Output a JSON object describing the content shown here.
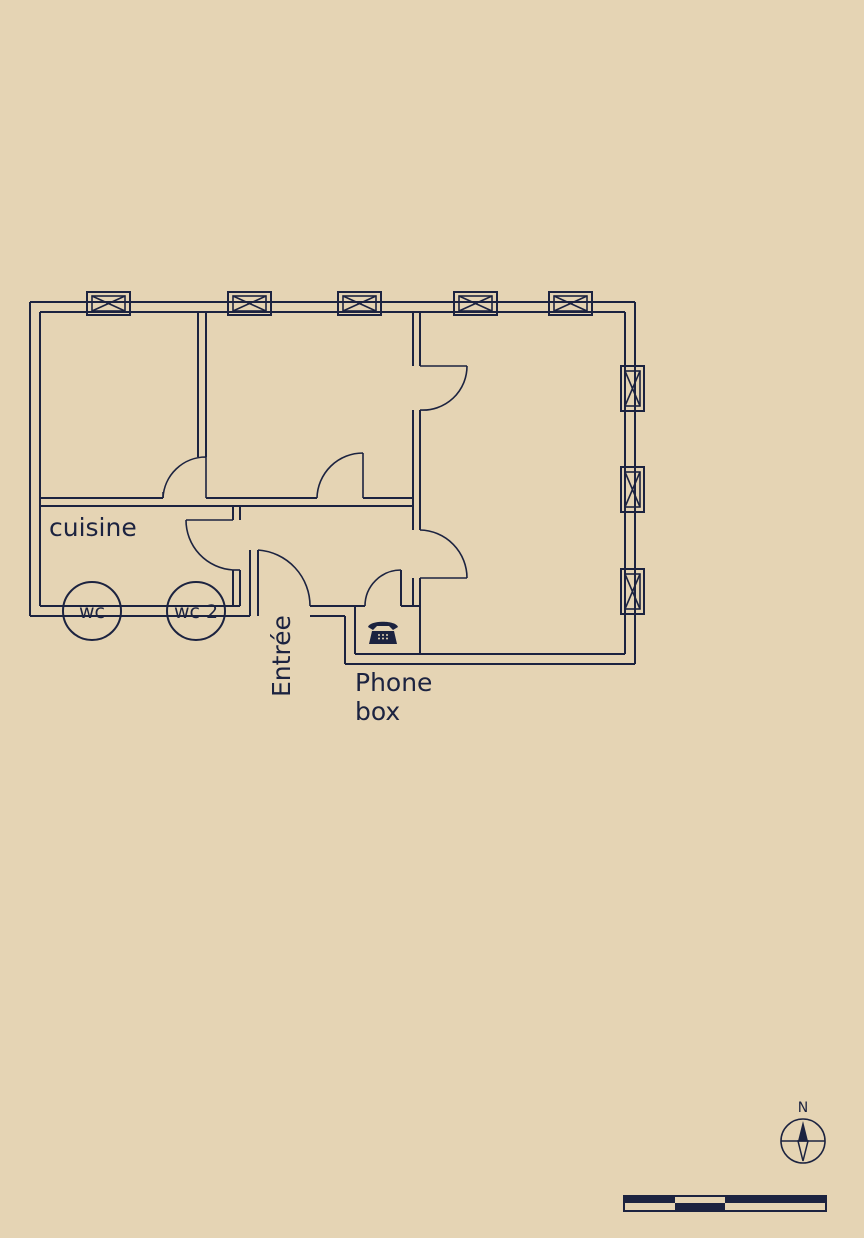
{
  "labels": {
    "cuisine": "cuisine",
    "wc": "wc",
    "wc2": "wc 2",
    "entree": "Entrée",
    "phone_line1": "Phone",
    "phone_line2": "box"
  },
  "compass": {
    "north": "N"
  },
  "icons": {
    "phone": "telephone-icon",
    "window": "window-icon",
    "compass": "compass-rose-icon",
    "scale": "scale-bar"
  },
  "colors": {
    "paper": "#e5d4b4",
    "ink": "#1c2340"
  }
}
